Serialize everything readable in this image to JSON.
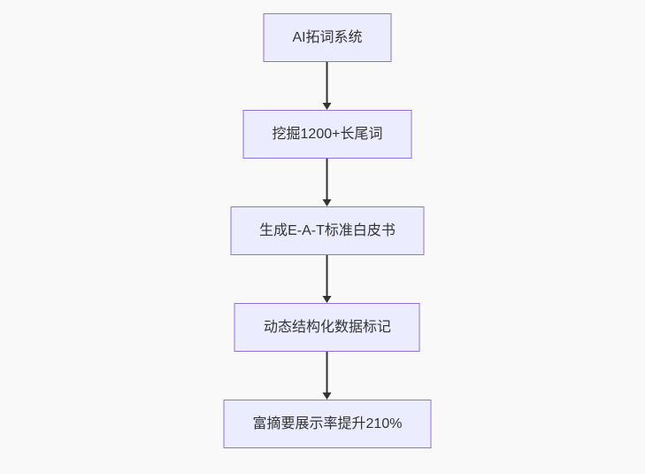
{
  "page": {
    "background_color": "#f9f9f9"
  },
  "diagram": {
    "type": "flowchart",
    "direction": "top-down",
    "node_fill_color": "#ECECFF",
    "node_border_color": "#9370DB",
    "node_text_color": "#333333",
    "arrow_color": "#333333",
    "nodes": [
      {
        "id": "A",
        "label": "AI拓词系统"
      },
      {
        "id": "B",
        "label": "挖掘1200+长尾词"
      },
      {
        "id": "C",
        "label": "生成E-A-T标准白皮书"
      },
      {
        "id": "D",
        "label": "动态结构化数据标记"
      },
      {
        "id": "E",
        "label": "富摘要展示率提升210%"
      }
    ],
    "edges": [
      {
        "from": "A",
        "to": "B"
      },
      {
        "from": "B",
        "to": "C"
      },
      {
        "from": "C",
        "to": "D"
      },
      {
        "from": "D",
        "to": "E"
      }
    ]
  }
}
